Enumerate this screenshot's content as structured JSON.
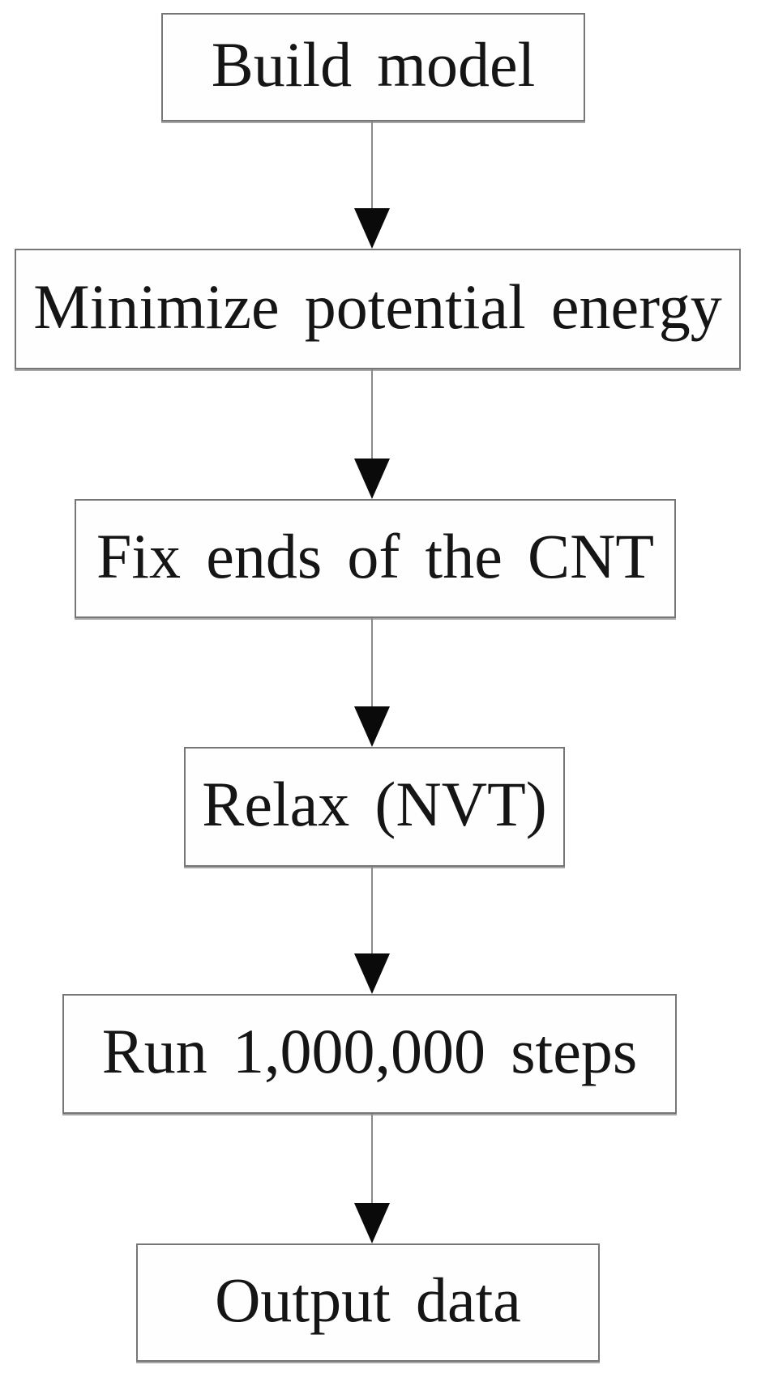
{
  "figure": {
    "kind": "flowchart",
    "direction": "top-down",
    "background_color": "#ffffff",
    "box_border_color": "#767676",
    "box_fill_color": "#fefefe",
    "text_color": "#151515",
    "connector_line_color": "#8a8a8a",
    "arrowhead_color": "#0a0a0a"
  },
  "flowchart": {
    "steps": [
      {
        "id": 1,
        "label": "Build model"
      },
      {
        "id": 2,
        "label": "Minimize potential energy"
      },
      {
        "id": 3,
        "label": "Fix ends of the CNT"
      },
      {
        "id": 4,
        "label": "Relax (NVT)"
      },
      {
        "id": 5,
        "label": "Run 1,000,000 steps"
      },
      {
        "id": 6,
        "label": "Output data"
      }
    ],
    "connections": [
      {
        "from": 1,
        "to": 2,
        "style": "down-arrow"
      },
      {
        "from": 2,
        "to": 3,
        "style": "down-arrow"
      },
      {
        "from": 3,
        "to": 4,
        "style": "down-arrow"
      },
      {
        "from": 4,
        "to": 5,
        "style": "down-arrow"
      },
      {
        "from": 5,
        "to": 6,
        "style": "down-arrow"
      }
    ]
  }
}
